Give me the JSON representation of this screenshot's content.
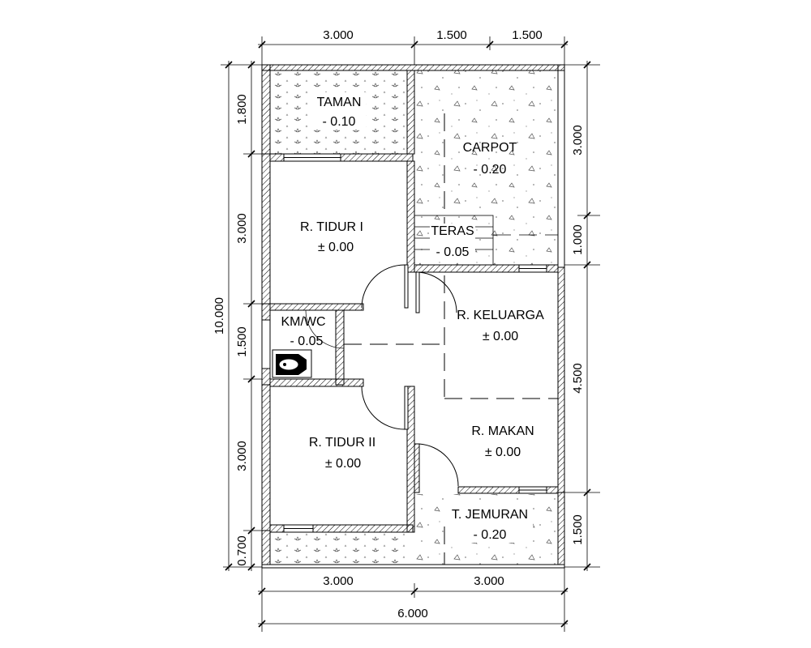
{
  "dimensions": {
    "top": [
      "3.000",
      "1.500",
      "1.500"
    ],
    "bottom_parts": [
      "3.000",
      "3.000"
    ],
    "bottom_total": "6.000",
    "left": [
      "1.800",
      "3.000",
      "1.500",
      "3.000",
      "0.700"
    ],
    "left_total": "10.000",
    "right": [
      "3.000",
      "1.000",
      "4.500",
      "1.500"
    ]
  },
  "rooms": {
    "taman": {
      "name": "TAMAN",
      "level": "- 0.10"
    },
    "carpot": {
      "name": "CARPOT",
      "level": "- 0.20"
    },
    "teras": {
      "name": "TERAS",
      "level": "- 0.05"
    },
    "tidur1": {
      "name": "R. TIDUR I",
      "level": "± 0.00"
    },
    "kmwc": {
      "name": "KM/WC",
      "level": "- 0.05"
    },
    "keluarga": {
      "name": "R. KELUARGA",
      "level": "± 0.00"
    },
    "makan": {
      "name": "R. MAKAN",
      "level": "± 0.00"
    },
    "tidur2": {
      "name": "R. TIDUR II",
      "level": "± 0.00"
    },
    "jemuran": {
      "name": "T. JEMURAN",
      "level": "- 0.20"
    }
  },
  "colors": {
    "line": "#000000",
    "background": "#ffffff"
  }
}
